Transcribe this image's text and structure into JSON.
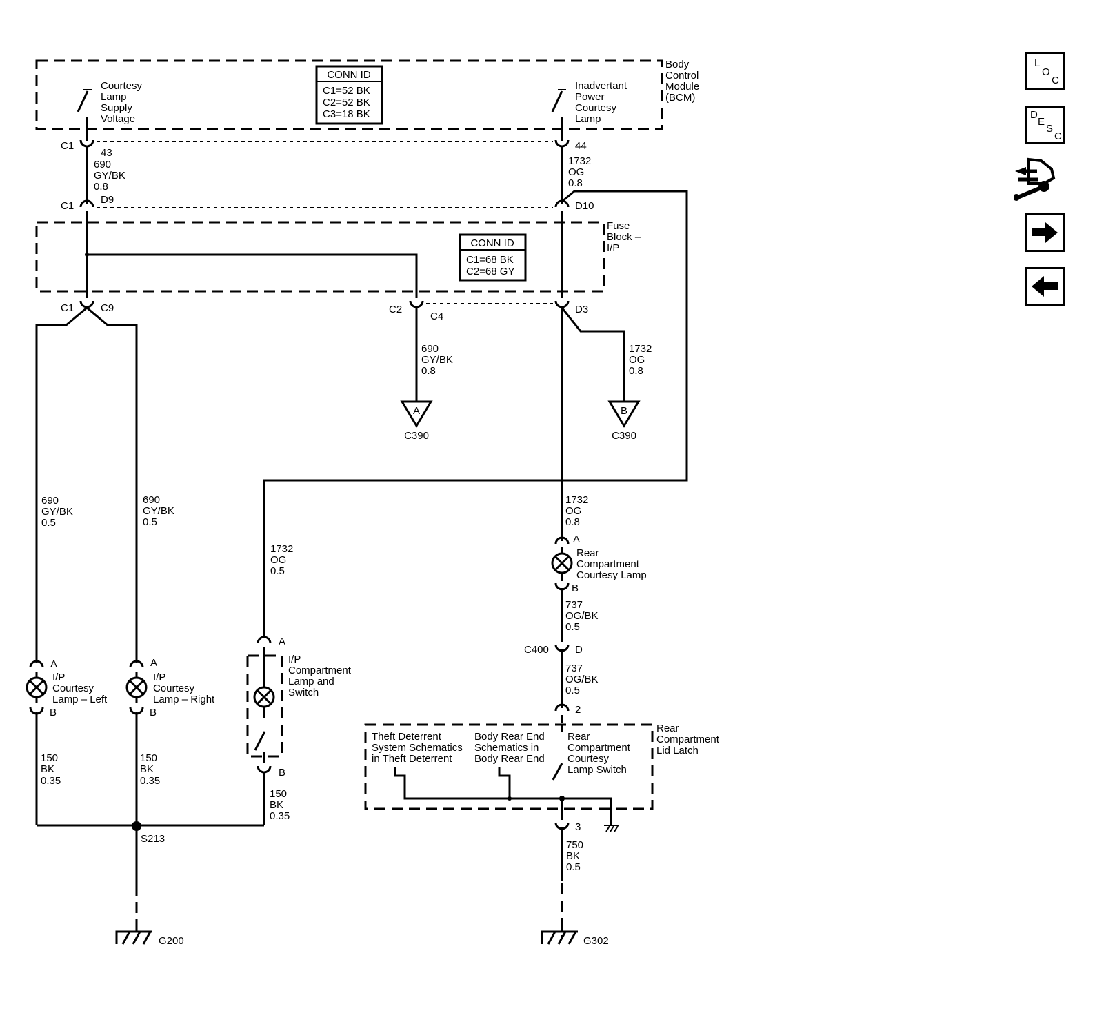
{
  "modules": {
    "bcm": {
      "name": [
        "Body",
        "Control",
        "Module",
        "(BCM)"
      ],
      "conn_title": "CONN ID",
      "conn_rows": [
        "C1=52 BK",
        "C2=52 BK",
        "C3=18 BK"
      ],
      "left_label": [
        "Courtesy",
        "Lamp",
        "Supply",
        "Voltage"
      ],
      "right_label": [
        "Inadvertant",
        "Power",
        "Courtesy",
        "Lamp"
      ]
    },
    "fuse": {
      "name": [
        "Fuse",
        "Block –",
        "I/P"
      ],
      "conn_title": "CONN ID",
      "conn_rows": [
        "C1=68 BK",
        "C2=68 GY"
      ]
    },
    "latch": {
      "name": [
        "Rear",
        "Compartment",
        "Lid Latch"
      ],
      "col1": [
        "Theft Deterrent",
        "System Schematics",
        "in Theft Deterrent"
      ],
      "col2": [
        "Body Rear End",
        "Schematics in",
        "Body Rear End"
      ],
      "col3": [
        "Rear",
        "Compartment",
        "Courtesy",
        "Lamp Switch"
      ]
    }
  },
  "connectors": {
    "c1_top": "C1",
    "pin43": "43",
    "pin44": "44",
    "c1_mid": "C1",
    "d9": "D9",
    "d10": "D10",
    "c1_bot": "C1",
    "c9": "C9",
    "c2": "C2",
    "c4": "C4",
    "d3": "D3",
    "c400": "C400",
    "pin_d": "D",
    "pin2": "2",
    "pin3": "3"
  },
  "wires": {
    "w690_top": [
      "690",
      "GY/BK",
      "0.8"
    ],
    "w1732_top": [
      "1732",
      "OG",
      "0.8"
    ],
    "w690_c390": [
      "690",
      "GY/BK",
      "0.8"
    ],
    "w1732_c390": [
      "1732",
      "OG",
      "0.8"
    ],
    "w690_left": [
      "690",
      "GY/BK",
      "0.5"
    ],
    "w690_right": [
      "690",
      "GY/BK",
      "0.5"
    ],
    "w1732_ip": [
      "1732",
      "OG",
      "0.5"
    ],
    "w1732_rear": [
      "1732",
      "OG",
      "0.8"
    ],
    "w737_a": [
      "737",
      "OG/BK",
      "0.5"
    ],
    "w737_b": [
      "737",
      "OG/BK",
      "0.5"
    ],
    "w150_left": [
      "150",
      "BK",
      "0.35"
    ],
    "w150_right": [
      "150",
      "BK",
      "0.35"
    ],
    "w150_ip": [
      "150",
      "BK",
      "0.35"
    ],
    "w750": [
      "750",
      "BK",
      "0.5"
    ]
  },
  "components": {
    "lamp_left": [
      "I/P",
      "Courtesy",
      "Lamp – Left"
    ],
    "lamp_right": [
      "I/P",
      "Courtesy",
      "Lamp – Right"
    ],
    "ip_comp": [
      "I/P",
      "Compartment",
      "Lamp and",
      "Switch"
    ],
    "rear_lamp": [
      "Rear",
      "Compartment",
      "Courtesy Lamp"
    ],
    "pin_a": "A",
    "pin_b": "B"
  },
  "references": {
    "ref_a": "A",
    "ref_b": "B",
    "c390_a": "C390",
    "c390_b": "C390",
    "s213": "S213",
    "g200": "G200",
    "g302": "G302"
  },
  "nav": {
    "loc": {
      "l1": "L",
      "l2": "O",
      "l3": "C"
    },
    "desc": {
      "l1": "D",
      "l2": "E",
      "l3": "S",
      "l4": "C"
    }
  }
}
